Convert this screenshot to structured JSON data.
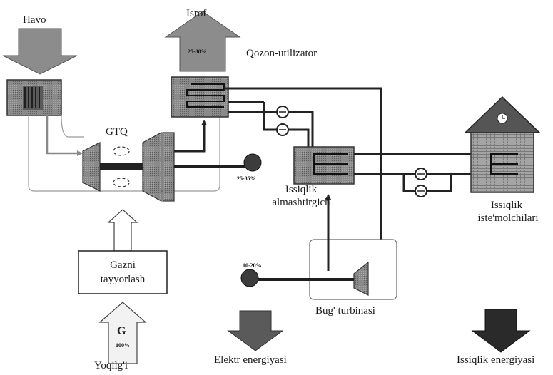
{
  "labels": {
    "havo": "Havo",
    "isrof": "Isrof",
    "qozon": "Qozon-utilizator",
    "gtq": "GTQ",
    "issiqlik_almash_1": "Issiqlik",
    "issiqlik_almash_2": "almashtirgich",
    "istemol_1": "Issiqlik",
    "istemol_2": "iste'molchilari",
    "gazni_1": "Gazni",
    "gazni_2": "tayyorlash",
    "bug_turbinasi": "Bug' turbinasi",
    "yoqilgi": "Yoqilg'i",
    "elektr_energiyasi": "Elektr energiyasi",
    "issiqlik_energiyasi": "Issiqlik energiyasi"
  },
  "percentages": {
    "isrof": "25-30%",
    "gtq_power": "25-35%",
    "steam_power": "10-20%",
    "fuel": "100%"
  },
  "icons": {
    "fuel": "G"
  },
  "colors": {
    "arrow_dark": "#6b6b6b",
    "arrow_light": "#e8e8e8",
    "box_dark": "#7d7d7d",
    "pipe": "#222222",
    "house": "#9a9a9a"
  }
}
